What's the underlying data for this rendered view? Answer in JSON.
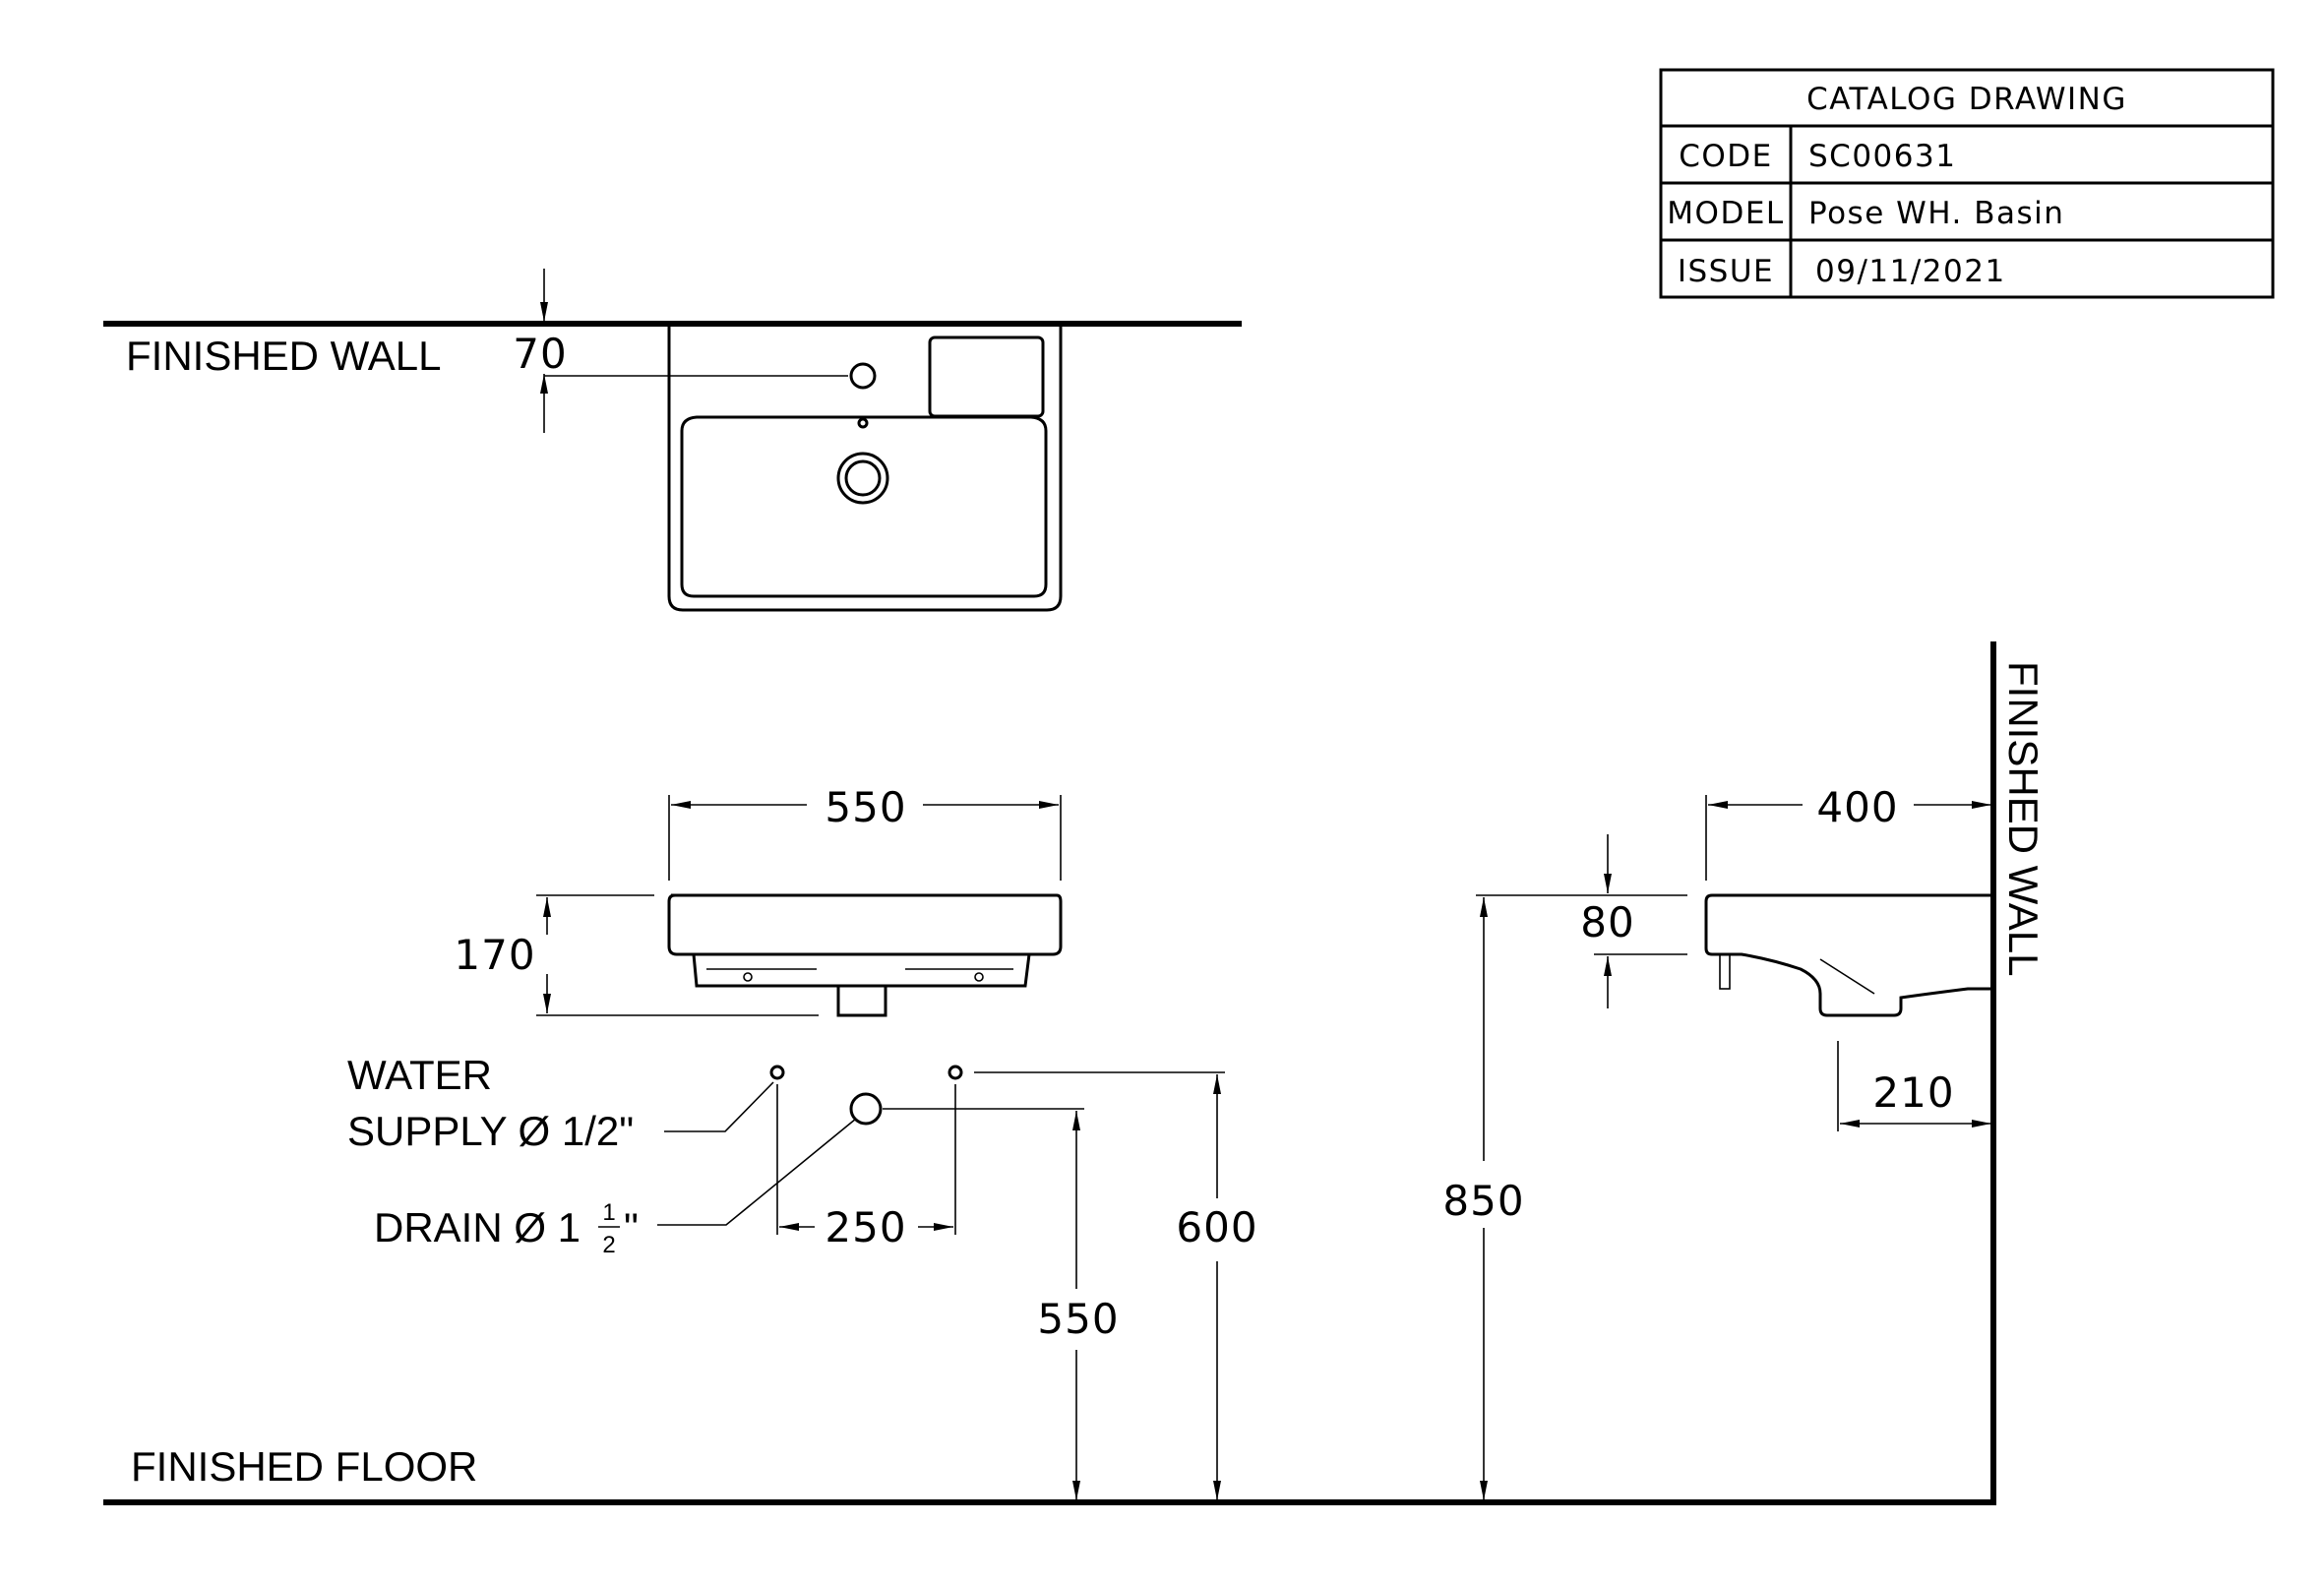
{
  "title_block": {
    "header": "CATALOG  DRAWING",
    "rows": [
      {
        "label": "CODE",
        "value": "SC00631"
      },
      {
        "label": "MODEL",
        "value": "Pose  WH.  Basin"
      },
      {
        "label": "ISSUE",
        "value": "09/11/2021"
      }
    ]
  },
  "labels": {
    "finished_wall_top": "FINISHED WALL",
    "finished_wall_side": "FINISHED WALL",
    "finished_floor": "FINISHED FLOOR",
    "water_supply_line1": "WATER",
    "water_supply_line2": "SUPPLY Ø 1/2\"",
    "drain_text": "DRAIN Ø 1",
    "drain_frac_num": "1",
    "drain_frac_den": "2",
    "drain_quote": "\""
  },
  "dimensions": {
    "top_offset": "70",
    "front_width": "550",
    "front_height": "170",
    "supply_spacing": "250",
    "drain_height": "550",
    "supply_height": "600",
    "rim_height": "850",
    "side_depth": "400",
    "side_rim": "80",
    "side_drain_offset": "210"
  }
}
